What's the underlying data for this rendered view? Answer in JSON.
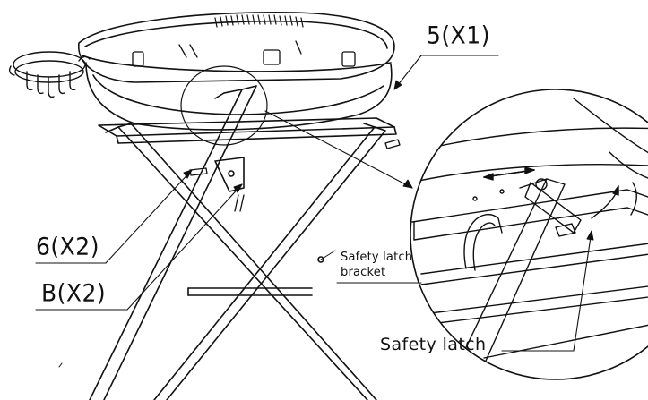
{
  "callouts": {
    "part_5": "5(X1)",
    "part_6": "6(X2)",
    "part_b": "B(X2)",
    "bracket_line1": "Safety latch",
    "bracket_line2": "bracket",
    "latch": "Safety latch"
  },
  "colors": {
    "ink": "#111111",
    "background": "#ffffff"
  }
}
